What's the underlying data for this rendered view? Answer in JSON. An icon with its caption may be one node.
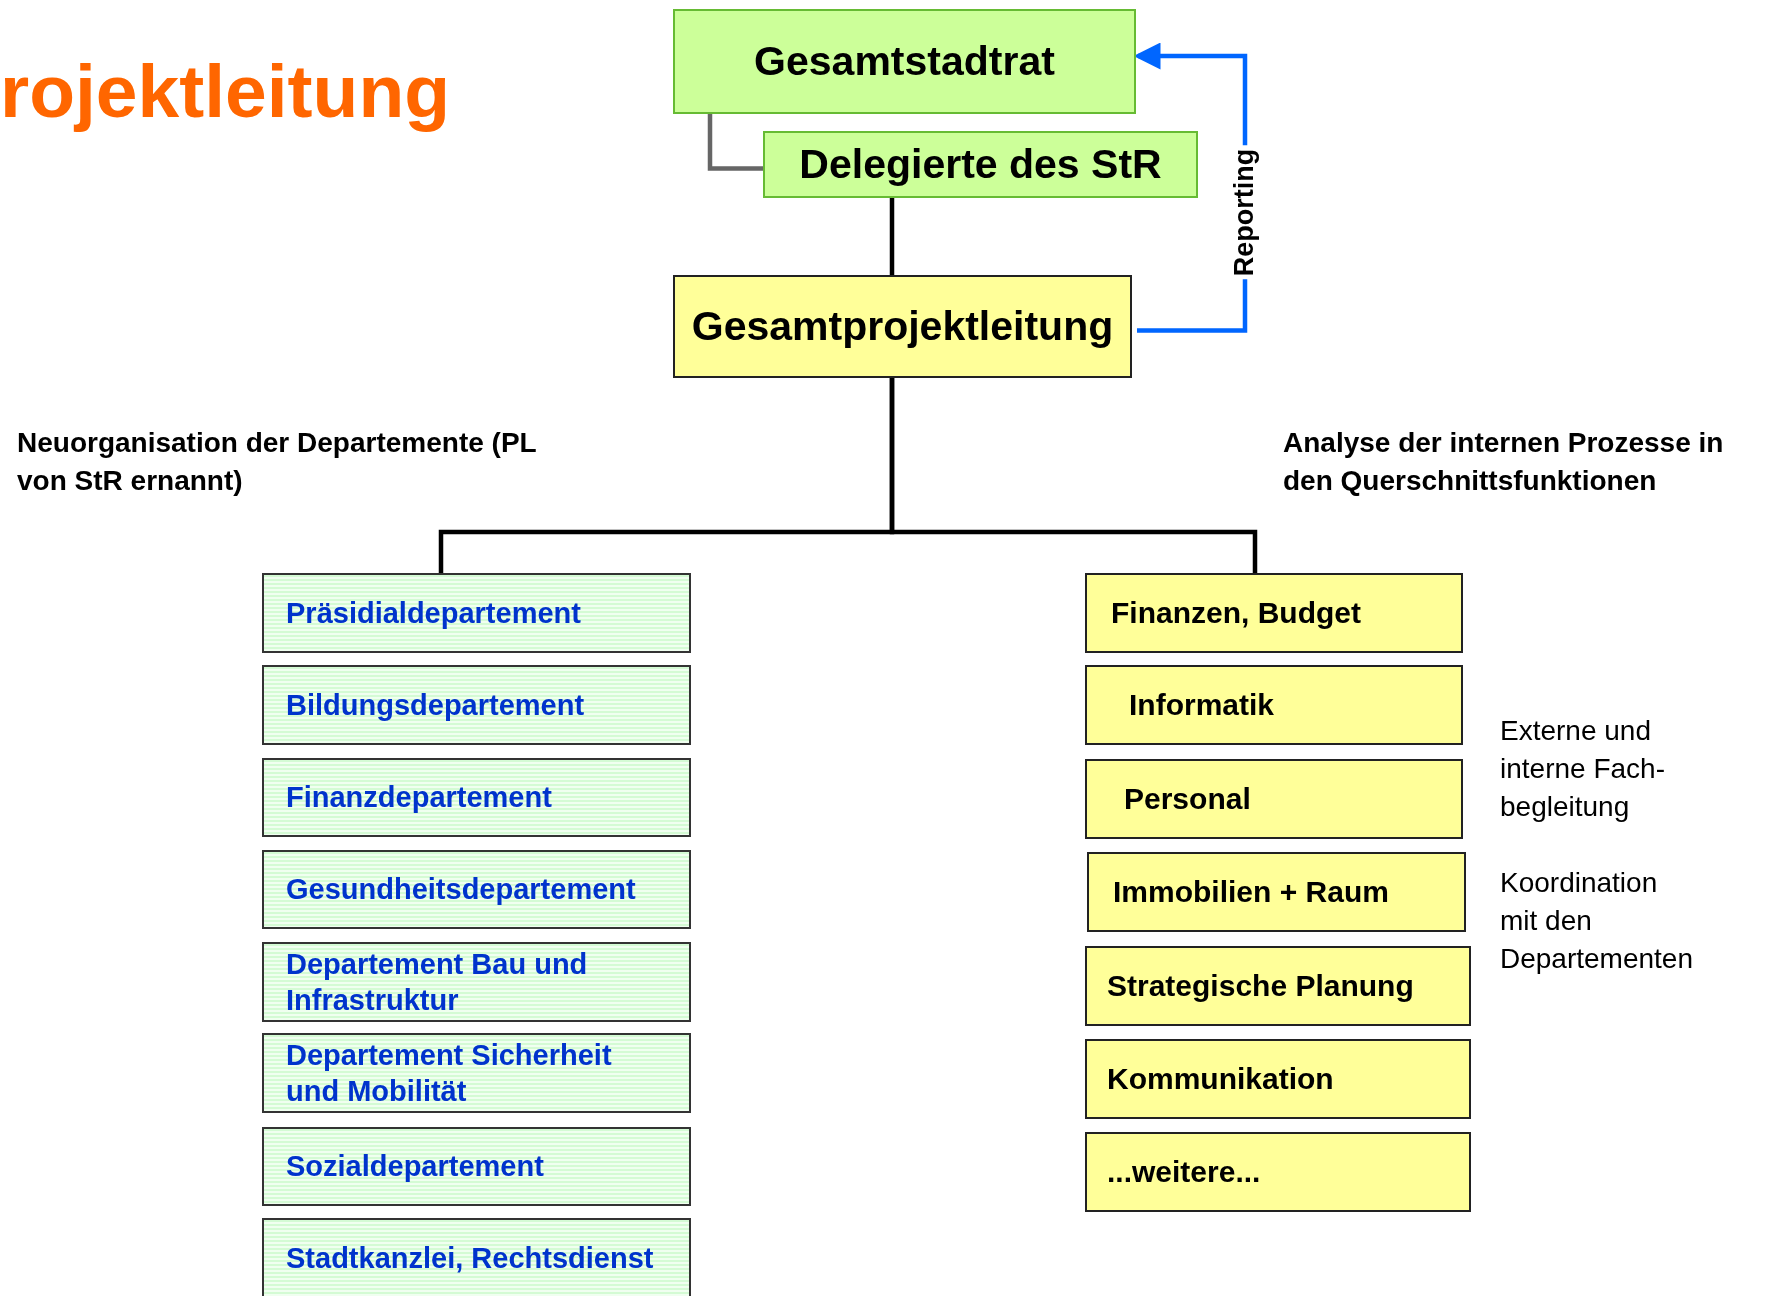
{
  "diagram": {
    "title": "rojektleitung",
    "nodes": [
      {
        "text": [
          "Gesamtstadtrat"
        ]
      },
      {
        "text": [
          "Delegierte des StR"
        ]
      },
      {
        "text": [
          "Gesamtprojektleitung"
        ]
      },
      {
        "text": [
          "Präsidialdepartement"
        ]
      },
      {
        "text": [
          "Bildungsdepartement"
        ]
      },
      {
        "text": [
          "Finanzdepartement"
        ]
      },
      {
        "text": [
          "Gesundheitsdepartement"
        ]
      },
      {
        "text": [
          "Departement Bau und Infrastruktur"
        ]
      },
      {
        "text": [
          "Departement Sicherheit und Mobilität"
        ]
      },
      {
        "text": [
          "Sozialdepartement"
        ]
      },
      {
        "text": [
          "Stadtkanzlei, Rechtsdienst"
        ]
      },
      {
        "text": [
          "Finanzen, Budget"
        ]
      },
      {
        "text": [
          "Informatik"
        ]
      },
      {
        "text": [
          "Personal"
        ]
      },
      {
        "text": [
          "Immobilien + Raum"
        ]
      },
      {
        "text": [
          "Strategische Planung"
        ]
      },
      {
        "text": [
          "Kommunikation"
        ]
      },
      {
        "text": [
          "...weitere..."
        ]
      }
    ],
    "edges": [
      {
        "from": 0,
        "to": 1,
        "arrow": "none",
        "color": "#666666"
      },
      {
        "from": 1,
        "to": 2,
        "arrow": "none"
      },
      {
        "from": 2,
        "to": 0,
        "arrow": "to",
        "label": "Reporting",
        "color": "#0066ff"
      },
      {
        "from": 2,
        "to": 3,
        "arrow": "none"
      },
      {
        "from": 2,
        "to": 11,
        "arrow": "none"
      }
    ],
    "labels": [
      "Neuorganisation der Departemente (PL von StR ernannt)",
      "Analyse der internen Prozesse in den Querschnittsfunktionen",
      "Externe und interne Fach- begleitung",
      "Koordination mit den Departementen"
    ]
  }
}
